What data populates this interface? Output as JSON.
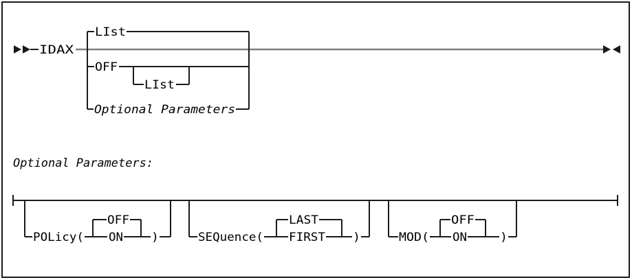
{
  "colors": {
    "rail": "#1a1a1a",
    "trunk": "#7f7f7f",
    "text": "#000000",
    "frame": "#1a1a1a",
    "background": "#ffffff"
  },
  "icons": {
    "start": "double-right-arrow",
    "end": "right-left-arrow",
    "continue_start": "left-tick",
    "continue_end": "right-tick"
  },
  "syntax": {
    "keyword": "IDAX",
    "choices": {
      "default": "LIst",
      "off": "OFF",
      "off_optional": "LIst",
      "fragment_ref": "Optional Parameters"
    },
    "fragment_label": "Optional Parameters:",
    "fragment": {
      "policy": {
        "open": "POLicy(",
        "default": "OFF",
        "alt": "ON",
        "close": ")"
      },
      "sequence": {
        "open": "SEQuence(",
        "default": "LAST",
        "alt": "FIRST",
        "close": ")"
      },
      "mod": {
        "open": "MOD(",
        "default": "OFF",
        "alt": "ON",
        "close": ")"
      }
    }
  }
}
